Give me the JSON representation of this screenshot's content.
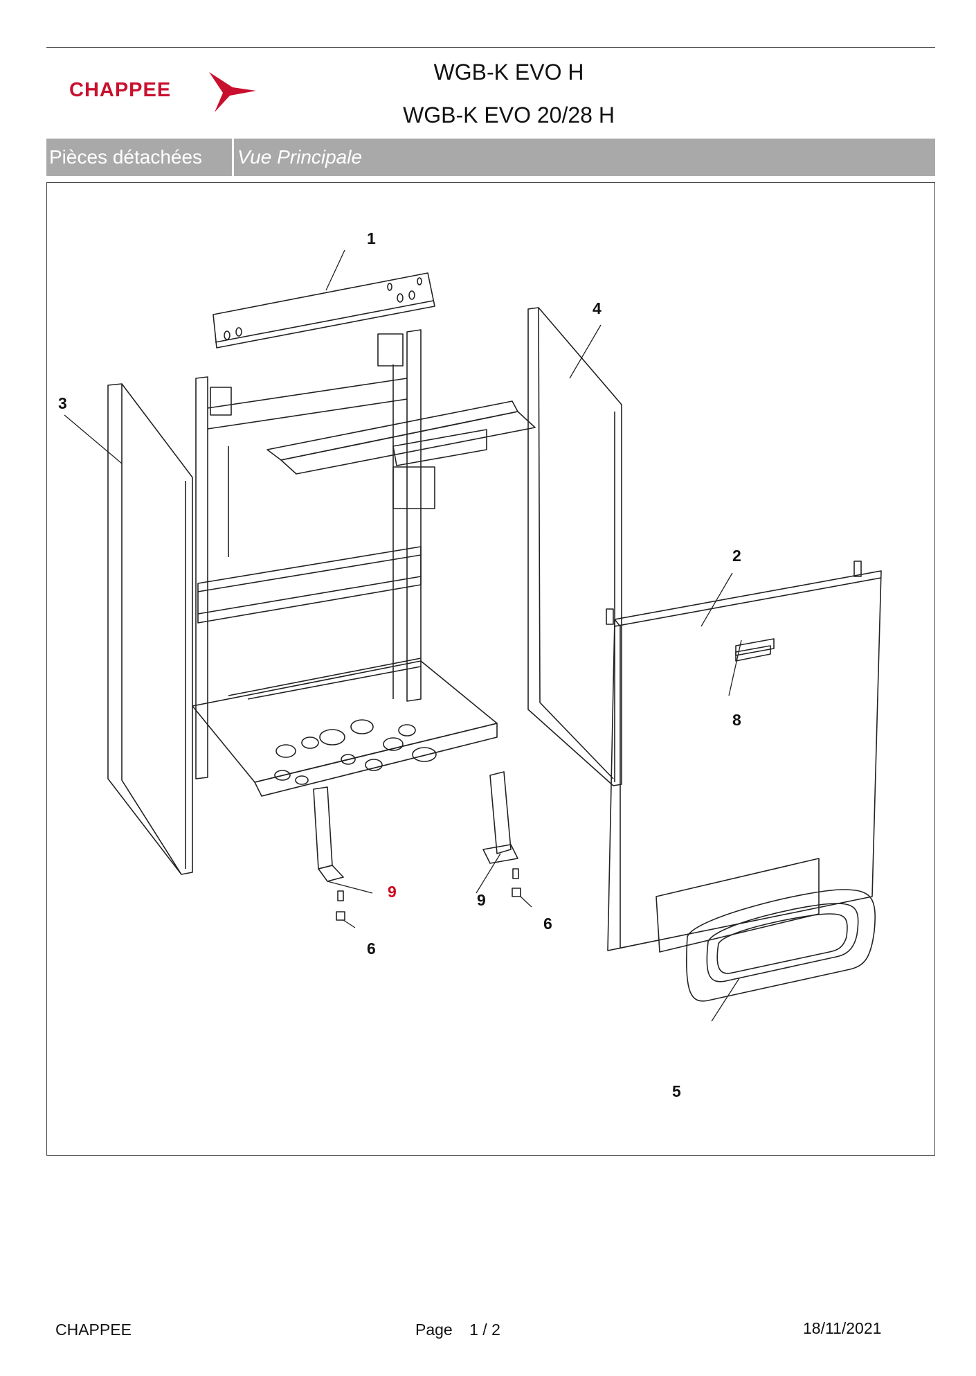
{
  "header": {
    "brand": "CHAPPEE",
    "title_line1": "WGB-K EVO H",
    "title_line2": "WGB-K EVO 20/28 H"
  },
  "bar": {
    "section": "Pièces détachées",
    "view": "Vue Principale"
  },
  "diagram": {
    "callouts": {
      "c1": "1",
      "c2": "2",
      "c3": "3",
      "c4": "4",
      "c5": "5",
      "c6a": "6",
      "c6b": "6",
      "c8": "8",
      "c9a": "9",
      "c9b": "9"
    },
    "highlight_color": "#d0021b"
  },
  "footer": {
    "brand": "CHAPPEE",
    "page_label": "Page",
    "page_value": "1 / 2",
    "date": "18/11/2021"
  },
  "colors": {
    "brand_red": "#c8102e",
    "bar_gray": "#a9a9a9"
  }
}
